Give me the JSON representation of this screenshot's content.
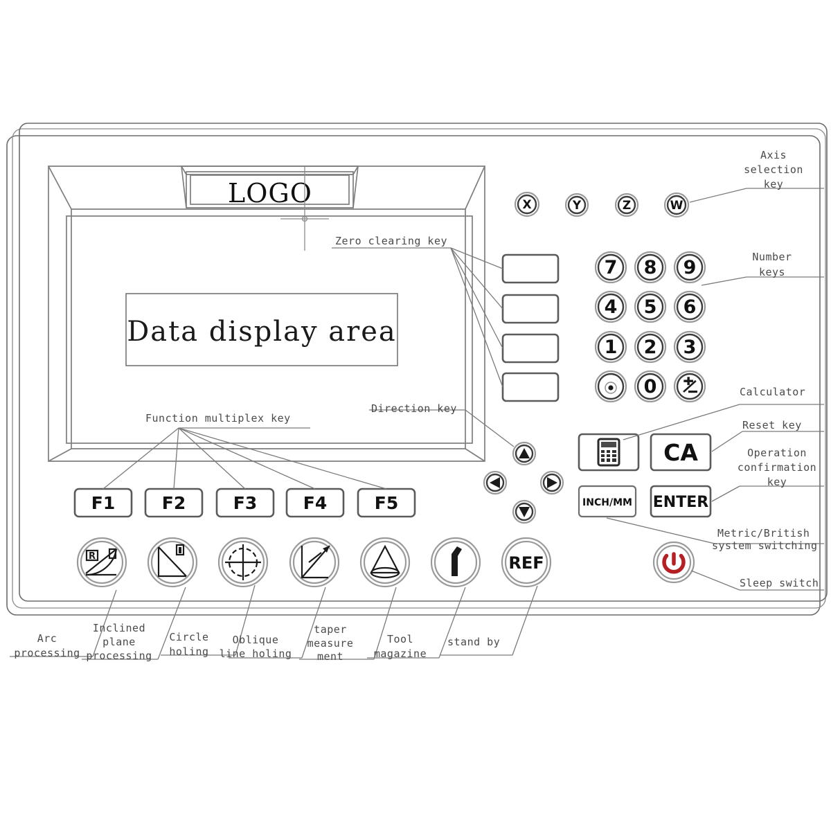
{
  "diagram": {
    "title": "DRO control panel key layout",
    "logo_text": "LOGO",
    "display_text": "Data display area"
  },
  "axis_keys": [
    {
      "label": "X",
      "name": "axis-key-x"
    },
    {
      "label": "Y",
      "name": "axis-key-y"
    },
    {
      "label": "Z",
      "name": "axis-key-z"
    },
    {
      "label": "W",
      "name": "axis-key-w"
    }
  ],
  "zero_keys": [
    {
      "label": "",
      "name": "zero-clearing-key-1"
    },
    {
      "label": "",
      "name": "zero-clearing-key-2"
    },
    {
      "label": "",
      "name": "zero-clearing-key-3"
    },
    {
      "label": "",
      "name": "zero-clearing-key-4"
    }
  ],
  "number_keys": [
    {
      "label": "7"
    },
    {
      "label": "8"
    },
    {
      "label": "9"
    },
    {
      "label": "4"
    },
    {
      "label": "5"
    },
    {
      "label": "6"
    },
    {
      "label": "1"
    },
    {
      "label": "2"
    },
    {
      "label": "3"
    },
    {
      "label": "·"
    },
    {
      "label": "0"
    },
    {
      "label": "±"
    }
  ],
  "function_keys": [
    {
      "label": "F1"
    },
    {
      "label": "F2"
    },
    {
      "label": "F3"
    },
    {
      "label": "F4"
    },
    {
      "label": "F5"
    }
  ],
  "direction_keys": [
    {
      "icon": "arrow-up-icon"
    },
    {
      "icon": "arrow-left-icon"
    },
    {
      "icon": "arrow-right-icon"
    },
    {
      "icon": "arrow-down-icon"
    }
  ],
  "action_keys": [
    {
      "label": "",
      "icon": "calculator-icon",
      "name": "calculator-key"
    },
    {
      "label": "CA",
      "icon": "",
      "name": "reset-key"
    },
    {
      "label": "INCH/MM",
      "icon": "",
      "name": "inch-mm-key"
    },
    {
      "label": "ENTER",
      "icon": "",
      "name": "enter-key"
    }
  ],
  "mode_keys": [
    {
      "icon": "arc-processing-icon",
      "label": ""
    },
    {
      "icon": "inclined-plane-icon",
      "label": ""
    },
    {
      "icon": "circle-holing-icon",
      "label": ""
    },
    {
      "icon": "oblique-line-icon",
      "label": ""
    },
    {
      "icon": "taper-measurement-icon",
      "label": ""
    },
    {
      "icon": "tool-magazine-icon",
      "label": ""
    },
    {
      "icon": "ref-icon",
      "label": "REF"
    }
  ],
  "power_key": {
    "icon": "power-icon",
    "color": "#b52025"
  },
  "callouts_right": [
    {
      "id": "axis-selection",
      "lines": [
        "Axis",
        "selection",
        "key"
      ]
    },
    {
      "id": "number-keys",
      "lines": [
        "Number",
        "keys"
      ]
    },
    {
      "id": "calculator",
      "lines": [
        "Calculator"
      ]
    },
    {
      "id": "reset-key",
      "lines": [
        "Reset key"
      ]
    },
    {
      "id": "operation-confirmation",
      "lines": [
        "Operation",
        "confirmation",
        "key"
      ]
    },
    {
      "id": "metric-british",
      "lines": [
        "Metric/British",
        "system switching"
      ]
    },
    {
      "id": "sleep-switch",
      "lines": [
        "Sleep switch"
      ]
    }
  ],
  "callouts_inner": [
    {
      "id": "zero-clearing",
      "text": "Zero clearing key"
    },
    {
      "id": "direction",
      "text": "Direction key"
    },
    {
      "id": "function-multiplex",
      "text": "Function multiplex key"
    }
  ],
  "callouts_bottom": [
    {
      "id": "arc-processing",
      "lines": [
        "Arc",
        "processing"
      ]
    },
    {
      "id": "inclined-plane-processing",
      "lines": [
        "Inclined",
        "plane",
        "processing"
      ]
    },
    {
      "id": "circle-holing",
      "lines": [
        "Circle",
        "holing"
      ]
    },
    {
      "id": "oblique-line-holing",
      "lines": [
        "Oblique",
        "line holing"
      ]
    },
    {
      "id": "taper-measurement",
      "lines": [
        "taper",
        "measure",
        "ment"
      ]
    },
    {
      "id": "tool-magazine",
      "lines": [
        "Tool",
        "magazine"
      ]
    },
    {
      "id": "stand-by",
      "lines": [
        "stand by"
      ]
    }
  ],
  "colors": {
    "line": "#6b6b6b",
    "text": "#4a4a4a",
    "power": "#b52025",
    "background": "#ffffff"
  }
}
